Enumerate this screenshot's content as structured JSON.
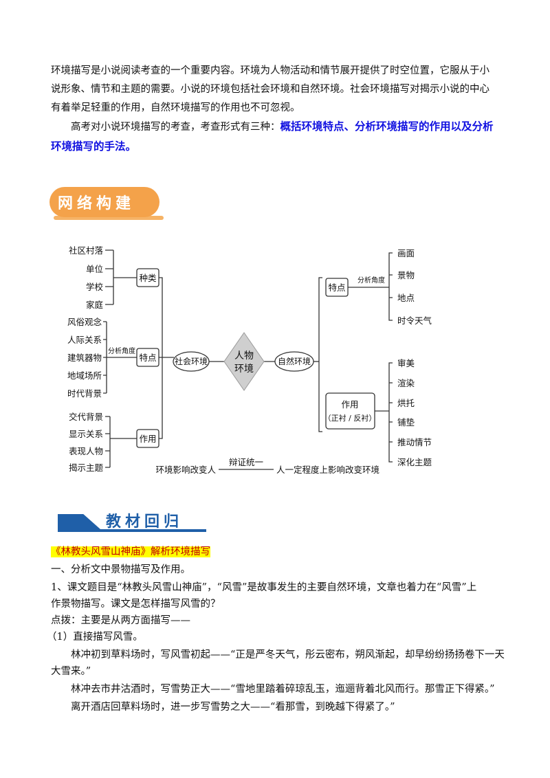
{
  "intro": {
    "p1": "环境描写是小说阅读考查的一个重要内容。环境为人物活动和情节展开提供了时空位置，它服从于小说形象、情节和主题的需要。小说的环境包括社会环境和自然环境。社会环境描写对揭示小说的中心有着举足轻重的作用，自然环境描写的作用也不可忽视。",
    "p2_lead": "高考对小说环境描写的考查，考查形式有三种：",
    "p2_bold": "概括环境特点、分析环境描写的作用以及分析环境描写的手法。"
  },
  "banner_network": "网络构建",
  "diagram": {
    "center": [
      "人物",
      "环境"
    ],
    "social": "社会环境",
    "natural": "自然环境",
    "social_types_label": "种类",
    "social_types": [
      "社区村落",
      "单位",
      "学校",
      "家庭"
    ],
    "social_features_label": "特点",
    "social_features_angle": "分析角度",
    "social_features": [
      "风俗观念",
      "人际关系",
      "建筑器物",
      "地域场所",
      "时代背景"
    ],
    "social_function_label": "作用",
    "social_function": [
      "交代背景",
      "显示关系",
      "表现人物",
      "揭示主题"
    ],
    "natural_features_label": "特点",
    "natural_features_angle": "分析角度",
    "natural_features": [
      "画面",
      "景物",
      "地点",
      "时令天气"
    ],
    "natural_function_label": [
      "作用",
      "（正衬 / 反衬）"
    ],
    "natural_function": [
      "审美",
      "渲染",
      "烘托",
      "铺垫",
      "推动情节",
      "深化主题"
    ],
    "bottom_left": "环境影响改变人",
    "bottom_mid": "辩证统一",
    "bottom_right": "人一定程度上影响改变环境"
  },
  "banner_review": "教材回归",
  "section_title": "《林教头风雪山神庙》解析环境描写",
  "lines": [
    "一、分析文中景物描写及作用。",
    "1、课文题目是“林教头风雪山神庙”，“风雪”是故事发生的主要自然环境，文章也着力在“风雪”上",
    "作景物描写。课文是怎样描写风雪的？",
    "点拨：主要是从两方面描写——",
    "（1）直接描写风雪。",
    "林冲初到草料场时，写风雪初起——“正是严冬天气，彤云密布，朔风渐起，却早纷纷扬扬卷下一天",
    "大雪来。”",
    "林冲去市井沽酒时，写雪势正大——“雪地里踏着碎琼乱玉，迤逦背着北风而行。那雪正下得紧。”",
    "离开酒店回草料场时，进一步写雪势之大——“看那雪，到晚越下得紧了。”"
  ]
}
